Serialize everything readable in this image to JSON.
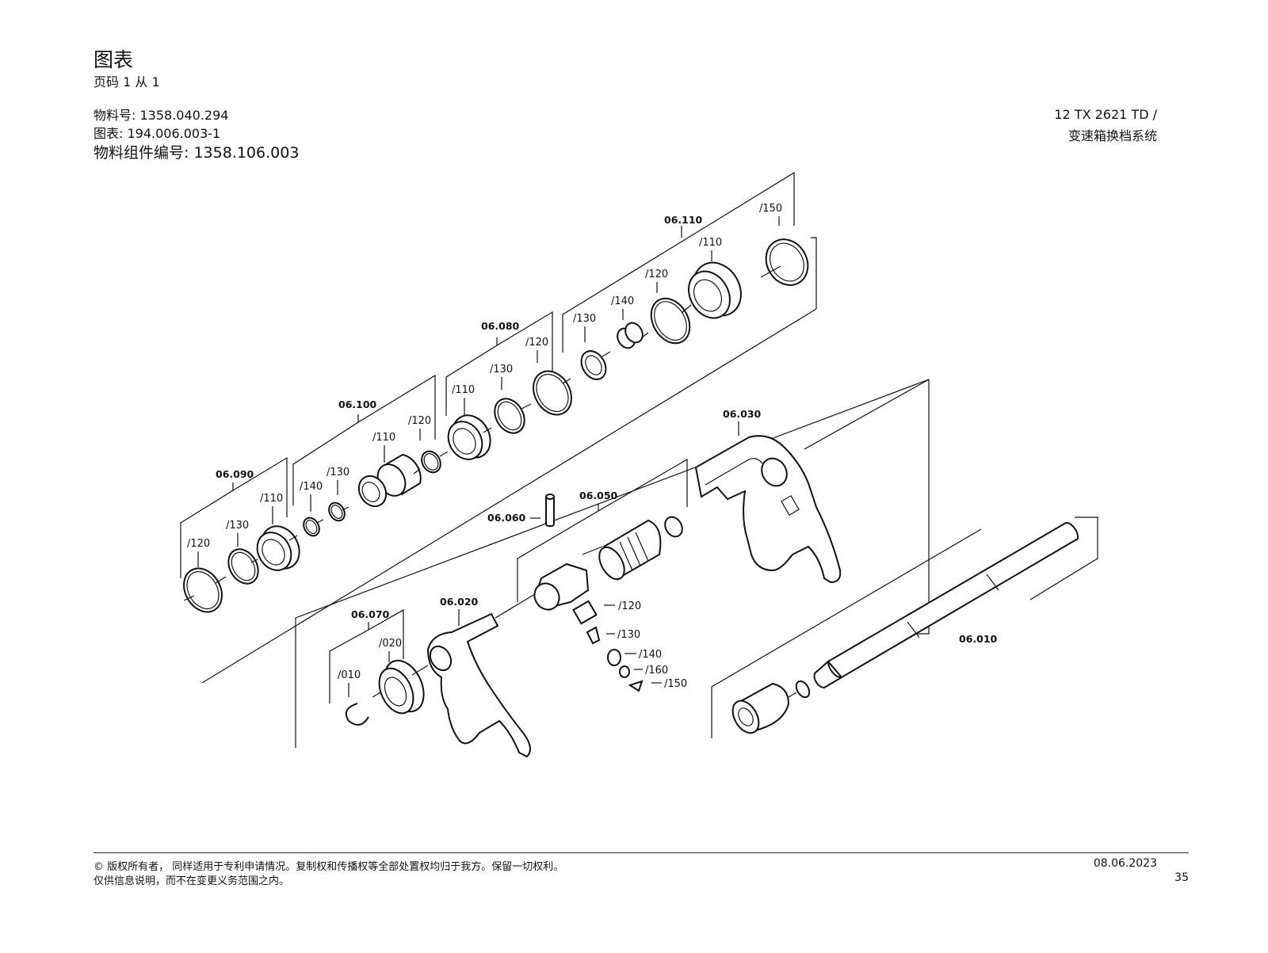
{
  "header": {
    "title": "图表",
    "page_info": "页码 1 从 1",
    "material_number": "物料号: 1358.040.294",
    "diagram_number": "图表: 194.006.003-1",
    "assembly_number": "物料组件编号: 1358.106.003",
    "product_line1": "12 TX 2621 TD /",
    "product_line2": "变速箱换档系统"
  },
  "drawing": {
    "groups": [
      {
        "id": "06.110",
        "items": [
          "/110",
          "/120",
          "/130",
          "/140",
          "/150"
        ]
      },
      {
        "id": "06.080",
        "items": [
          "/110",
          "/120",
          "/130"
        ]
      },
      {
        "id": "06.100",
        "items": [
          "/110",
          "/120",
          "/130",
          "/140"
        ]
      },
      {
        "id": "06.090",
        "items": [
          "/110",
          "/120",
          "/130"
        ]
      },
      {
        "id": "06.030",
        "items": []
      },
      {
        "id": "06.060",
        "items": []
      },
      {
        "id": "06.050",
        "items": [
          "/120",
          "/130",
          "/140",
          "/160",
          "/150"
        ]
      },
      {
        "id": "06.070",
        "items": [
          "/010",
          "/020"
        ]
      },
      {
        "id": "06.020",
        "items": []
      },
      {
        "id": "06.010",
        "items": []
      }
    ]
  },
  "footer": {
    "copyright_line1": "© 版权所有者， 同样适用于专利申请情况。复制权和传播权等全部处置权均归于我方。保留一切权利。",
    "copyright_line2": "仅供信息说明，而不在变更义务范围之内。",
    "date": "08.06.2023",
    "page_number": "35"
  }
}
